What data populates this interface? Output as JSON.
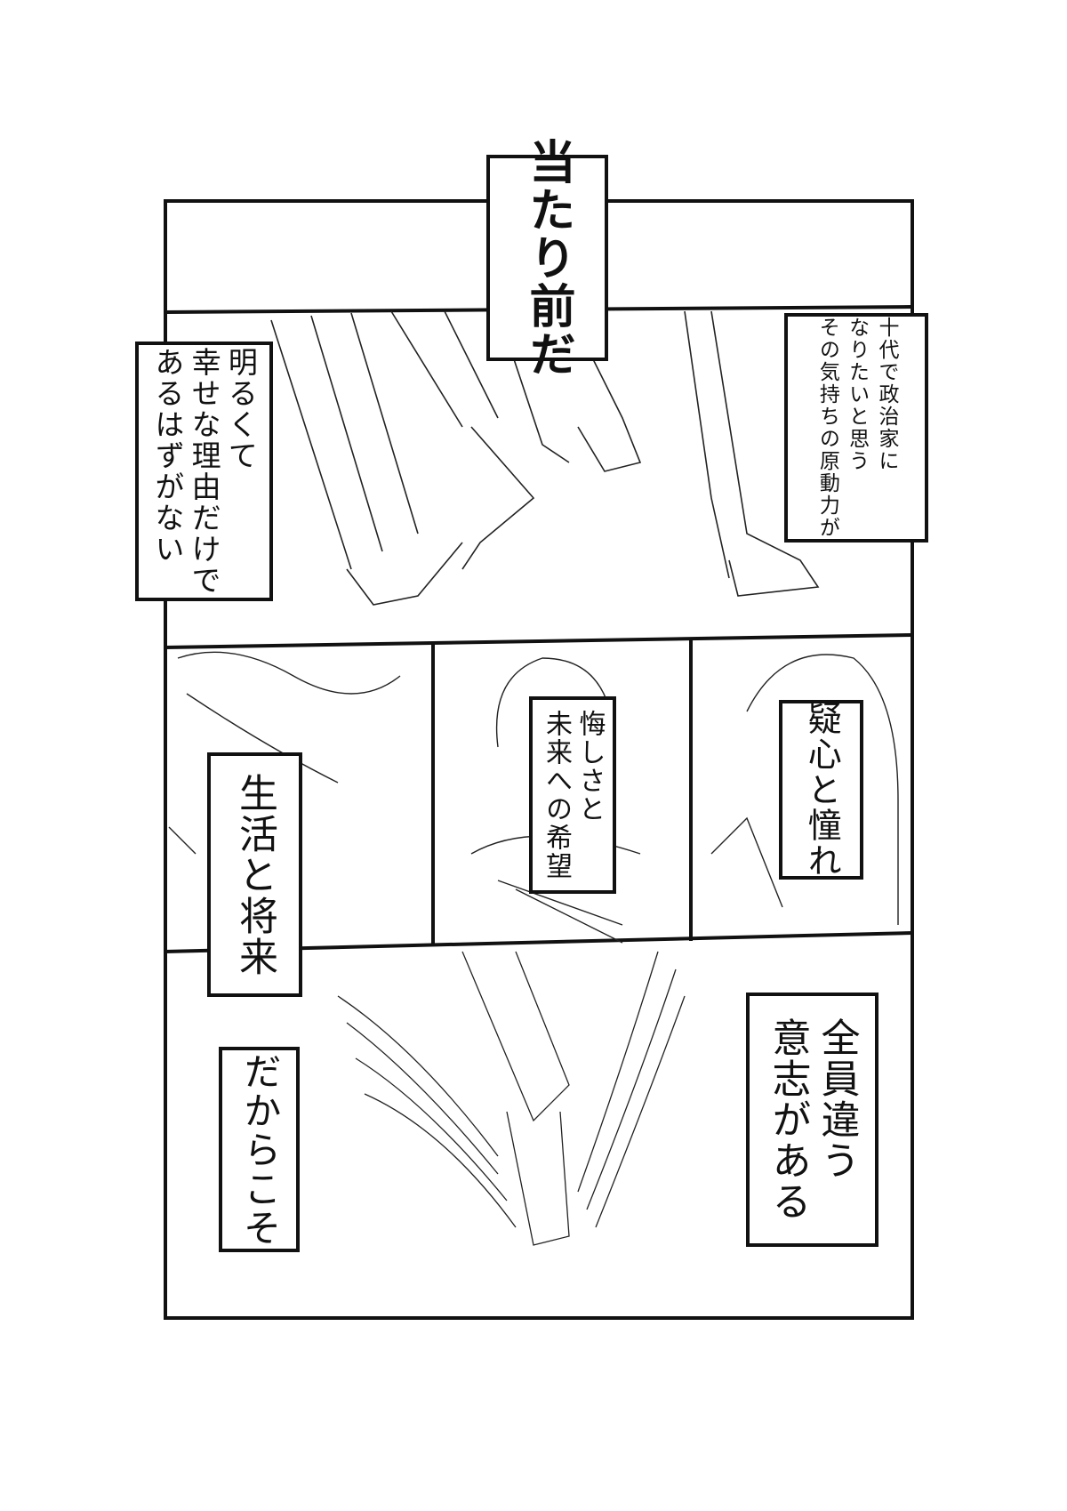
{
  "page": {
    "background": "#ffffff",
    "ink": "#111111"
  },
  "captions": {
    "title": [
      "当たり前だ"
    ],
    "motivation": [
      "十代で政治家に",
      "なりたいと思う",
      "その気持ちの原動力が"
    ],
    "not_bright": [
      "明るくて",
      "幸せな理由だけで",
      "あるはずがない"
    ],
    "life_future": [
      "生活と将来"
    ],
    "regret_hope": [
      "悔しさと",
      "未来への希望"
    ],
    "doubt_longing": [
      "疑心と憧れ"
    ],
    "everyone_different": [
      "全員違う",
      "意志がある"
    ],
    "that_is_why": [
      "だからこそ"
    ]
  }
}
